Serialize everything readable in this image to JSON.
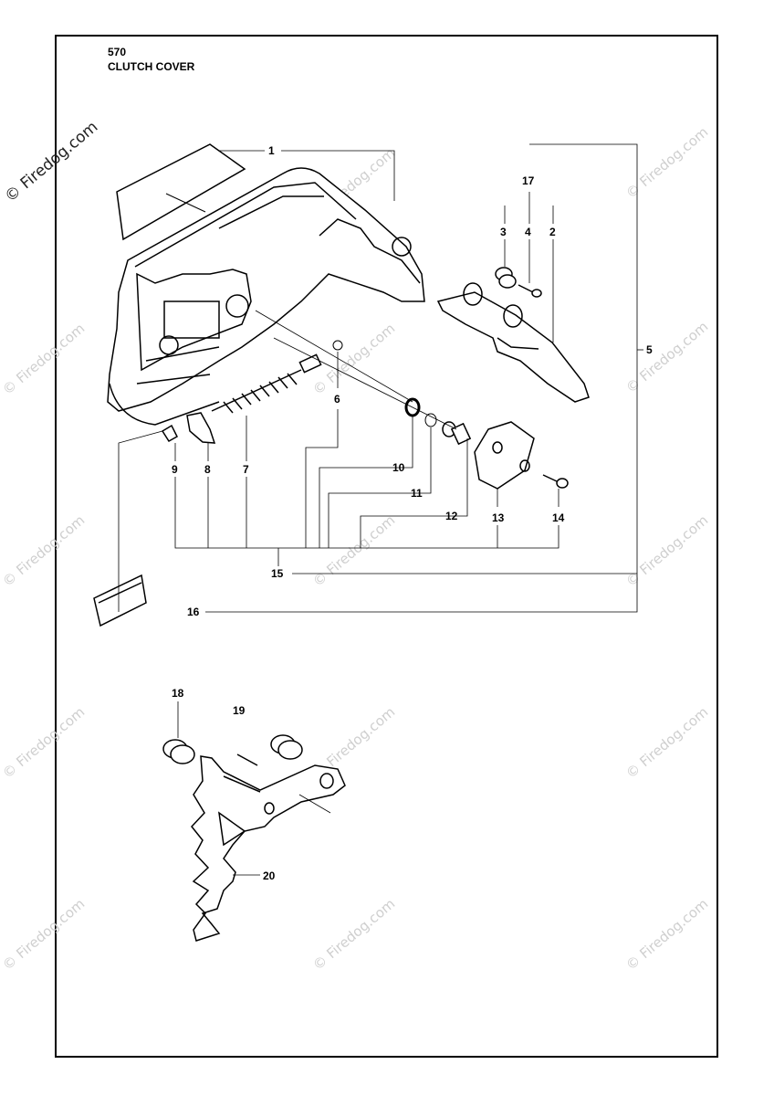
{
  "header": {
    "page_number": "570",
    "title": "CLUTCH COVER"
  },
  "watermark": {
    "text": "© Firedog.com"
  },
  "callouts": [
    "1",
    "2",
    "3",
    "4",
    "5",
    "6",
    "7",
    "8",
    "9",
    "10",
    "11",
    "12",
    "13",
    "14",
    "15",
    "16",
    "17",
    "18",
    "19",
    "20"
  ]
}
